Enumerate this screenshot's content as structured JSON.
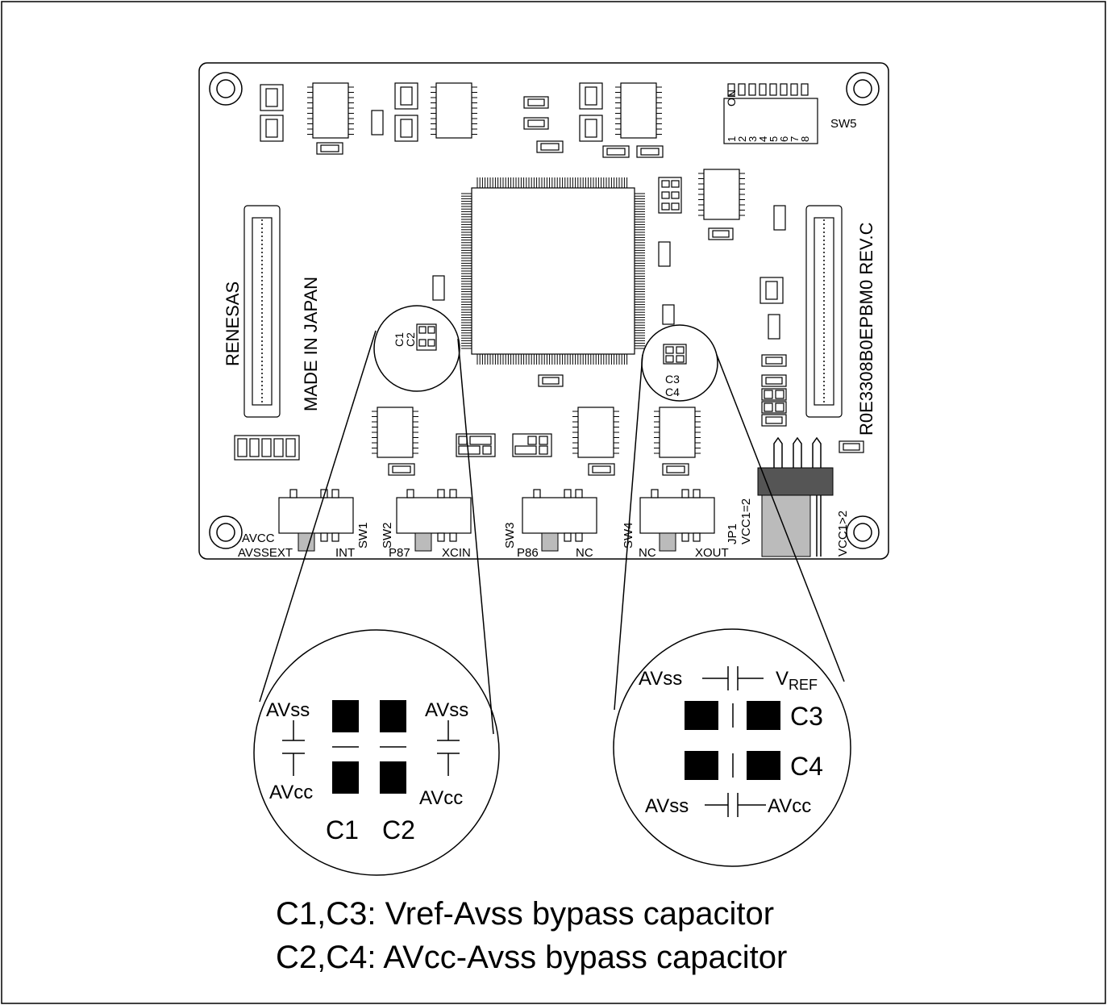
{
  "colors": {
    "line": "#000000",
    "background": "#ffffff",
    "jumper_block": "#555555",
    "jumper_grip": "#bbbbbb"
  },
  "board": {
    "maker": "RENESAS",
    "origin": "MADE  IN  JAPAN",
    "part_number": "R0E3308B0EPBM0  REV.C",
    "sw5_on": "ON",
    "sw5_label": "SW5",
    "sw5_numbers": [
      "1",
      "2",
      "3",
      "4",
      "5",
      "6",
      "7",
      "8"
    ],
    "c1_label": "C1",
    "c2_label": "C2",
    "c3_label": "C3",
    "c4_label": "C4",
    "switches": {
      "sw1": "SW1",
      "sw2": "SW2",
      "sw3": "SW3",
      "sw4": "SW4",
      "avcc": "AVCC",
      "avssext": "AVSSEXT",
      "int": "INT",
      "p87": "P87",
      "xcin": "XCIN",
      "p86": "P86",
      "nc3": "NC",
      "nc4": "NC",
      "xout": "XOUT",
      "jp1": "JP1",
      "vcc1_eq2": "VCC1=2",
      "vcc1_gt2": "VCC1>2"
    }
  },
  "zoom_left": {
    "avss_left": "AVss",
    "avss_right": "AVss",
    "avcc_left": "AVcc",
    "avcc_right": "AVcc",
    "c1": "C1",
    "c2": "C2"
  },
  "zoom_right": {
    "avss_top": "AVss",
    "vref": "V",
    "vref_sub": "REF",
    "c3": "C3",
    "c4": "C4",
    "avss_bottom": "AVss",
    "avcc_bottom": "AVcc"
  },
  "caption": {
    "line1": "C1,C3: Vref-Avss bypass capacitor",
    "line2": "C2,C4: AVcc-Avss bypass capacitor"
  }
}
